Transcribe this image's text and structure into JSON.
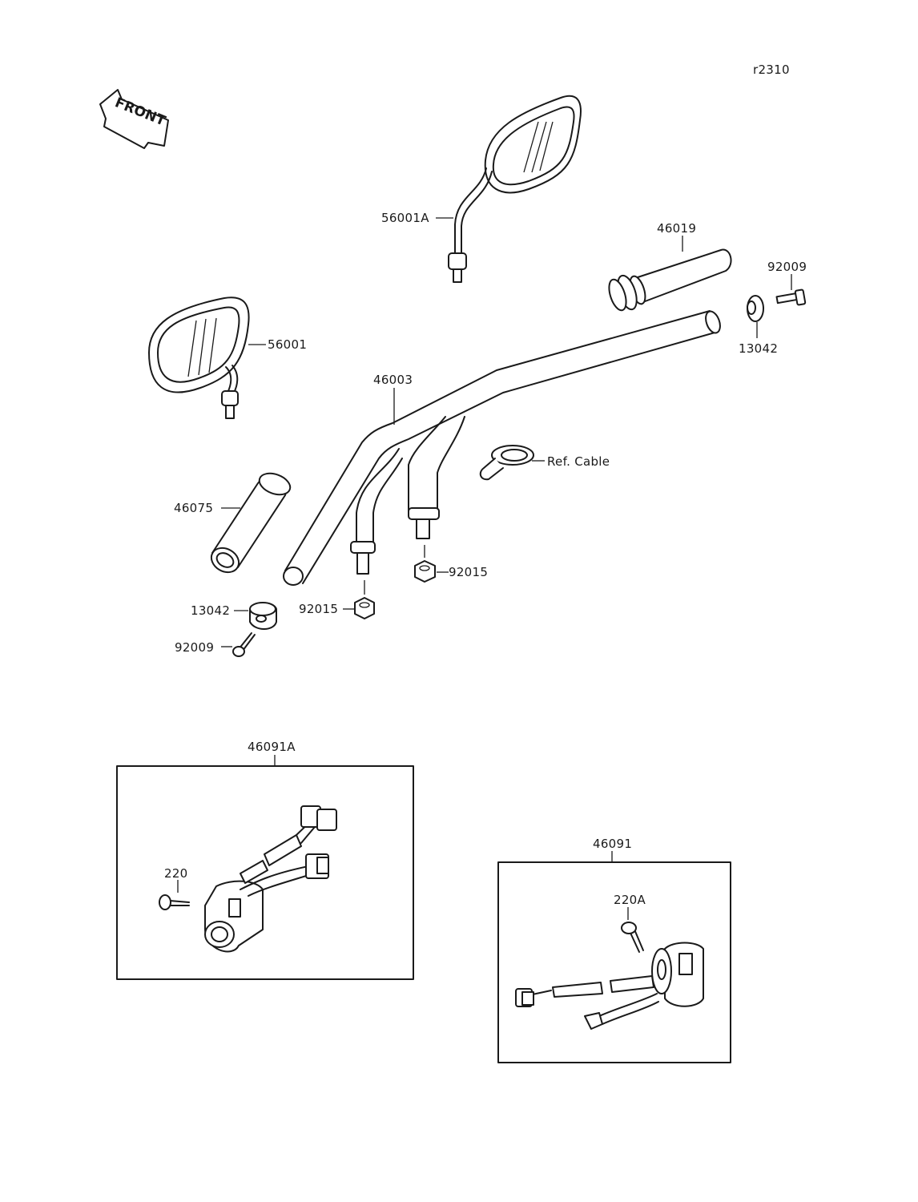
{
  "diagram_code": "r2310",
  "front_label": "FRONT",
  "parts": {
    "mirror_right": "56001A",
    "mirror_left": "56001",
    "throttle_grip": "46019",
    "bolt_right": "92009",
    "weight_right": "13042",
    "handlebar": "46003",
    "ref_cable": "Ref. Cable",
    "grip_left": "46075",
    "nut_right": "92015",
    "nut_left": "92015",
    "weight_left": "13042",
    "bolt_left": "92009",
    "switch_left_assy": "46091A",
    "switch_left_screw": "220",
    "switch_right_assy": "46091",
    "switch_right_screw": "220A"
  }
}
